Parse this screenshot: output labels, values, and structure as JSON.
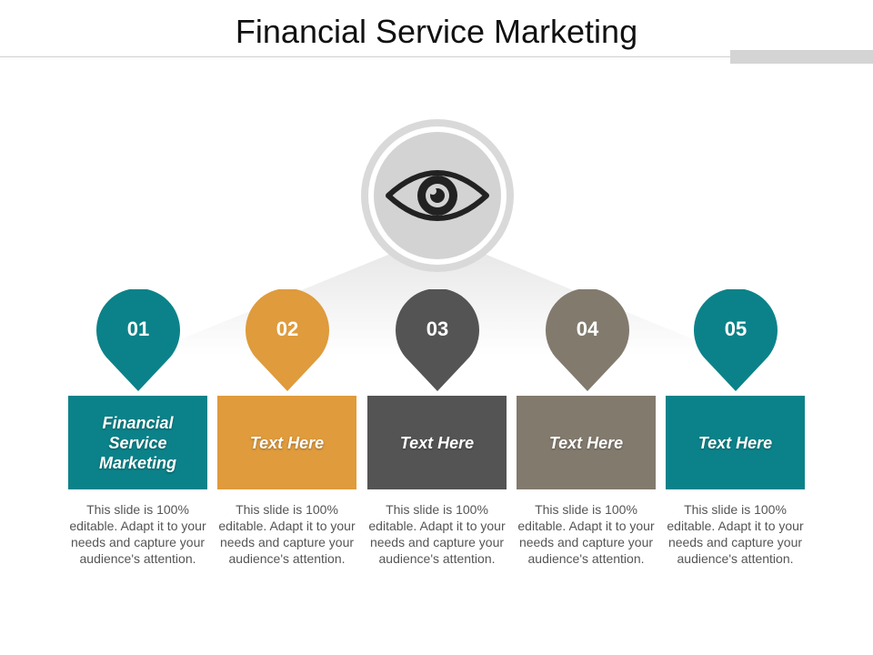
{
  "title": "Financial Service Marketing",
  "center_icon": "eye-icon",
  "colors": {
    "teal": "#0b8289",
    "orange": "#df9b3c",
    "dark_gray": "#545454",
    "taupe": "#827a6d",
    "ring": "#d9d9d9",
    "icon_bg": "#d3d3d3"
  },
  "items": [
    {
      "number": "01",
      "label": "Financial Service Marketing",
      "description": "This slide is 100% editable. Adapt it to your needs and capture your audience's attention.",
      "color": "#0b8289"
    },
    {
      "number": "02",
      "label": "Text Here",
      "description": "This slide is 100% editable. Adapt it to your needs and capture your audience's attention.",
      "color": "#df9b3c"
    },
    {
      "number": "03",
      "label": "Text Here",
      "description": "This slide is 100% editable. Adapt it to your needs and capture your audience's attention.",
      "color": "#545454"
    },
    {
      "number": "04",
      "label": "Text Here",
      "description": "This slide is 100% editable. Adapt it to your needs and capture your audience's attention.",
      "color": "#827a6d"
    },
    {
      "number": "05",
      "label": "Text Here",
      "description": "This slide is 100% editable. Adapt it to your needs and capture your audience's attention.",
      "color": "#0b8289"
    }
  ]
}
